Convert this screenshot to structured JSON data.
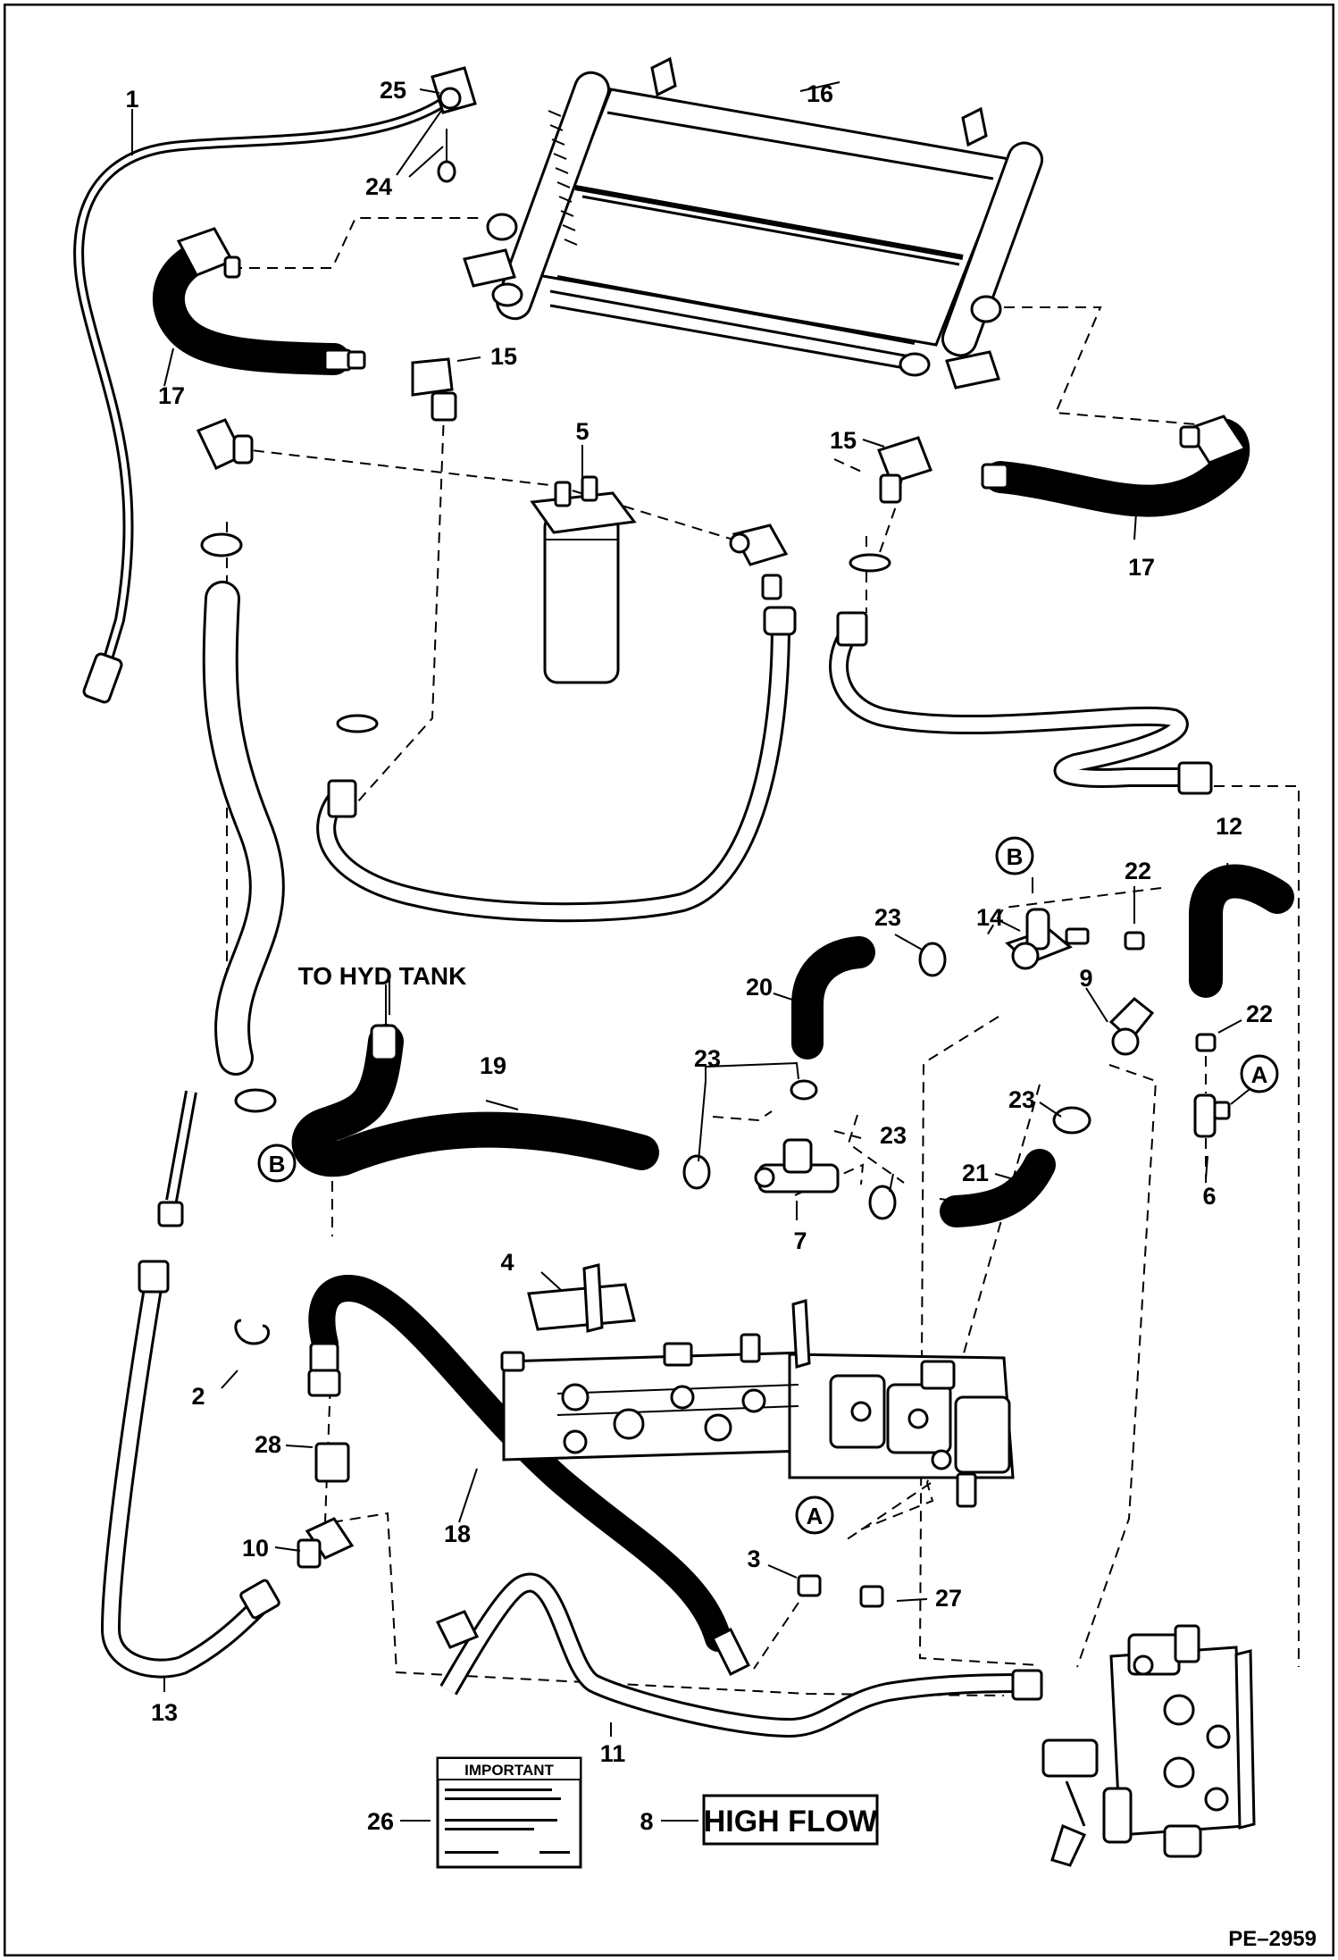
{
  "diagram": {
    "figure_id": "PE–2959",
    "tank_label": "TO HYD TANK",
    "high_flow_label": "HIGH FLOW",
    "decal_title": "IMPORTANT",
    "ref_letters": [
      "A",
      "B"
    ],
    "callouts": [
      {
        "id": "c1",
        "text": "1"
      },
      {
        "id": "c2",
        "text": "2"
      },
      {
        "id": "c3",
        "text": "3"
      },
      {
        "id": "c4",
        "text": "4"
      },
      {
        "id": "c5",
        "text": "5"
      },
      {
        "id": "c6",
        "text": "6"
      },
      {
        "id": "c7",
        "text": "7"
      },
      {
        "id": "c8",
        "text": "8"
      },
      {
        "id": "c9",
        "text": "9"
      },
      {
        "id": "c10",
        "text": "10"
      },
      {
        "id": "c11",
        "text": "11"
      },
      {
        "id": "c12",
        "text": "12"
      },
      {
        "id": "c13",
        "text": "13"
      },
      {
        "id": "c14",
        "text": "14"
      },
      {
        "id": "c15a",
        "text": "15"
      },
      {
        "id": "c15b",
        "text": "15"
      },
      {
        "id": "c16",
        "text": "16"
      },
      {
        "id": "c17a",
        "text": "17"
      },
      {
        "id": "c17b",
        "text": "17"
      },
      {
        "id": "c18",
        "text": "18"
      },
      {
        "id": "c19",
        "text": "19"
      },
      {
        "id": "c20",
        "text": "20"
      },
      {
        "id": "c21",
        "text": "21"
      },
      {
        "id": "c22a",
        "text": "22"
      },
      {
        "id": "c22b",
        "text": "22"
      },
      {
        "id": "c23a",
        "text": "23"
      },
      {
        "id": "c23b",
        "text": "23"
      },
      {
        "id": "c23c",
        "text": "23"
      },
      {
        "id": "c23d",
        "text": "23"
      },
      {
        "id": "c24",
        "text": "24"
      },
      {
        "id": "c25",
        "text": "25"
      },
      {
        "id": "c26",
        "text": "26"
      },
      {
        "id": "c27",
        "text": "27"
      },
      {
        "id": "c28",
        "text": "28"
      }
    ],
    "refs": [
      {
        "id": "rB1",
        "text": "B"
      },
      {
        "id": "rB2",
        "text": "B"
      },
      {
        "id": "rA1",
        "text": "A"
      },
      {
        "id": "rA2",
        "text": "A"
      }
    ]
  }
}
